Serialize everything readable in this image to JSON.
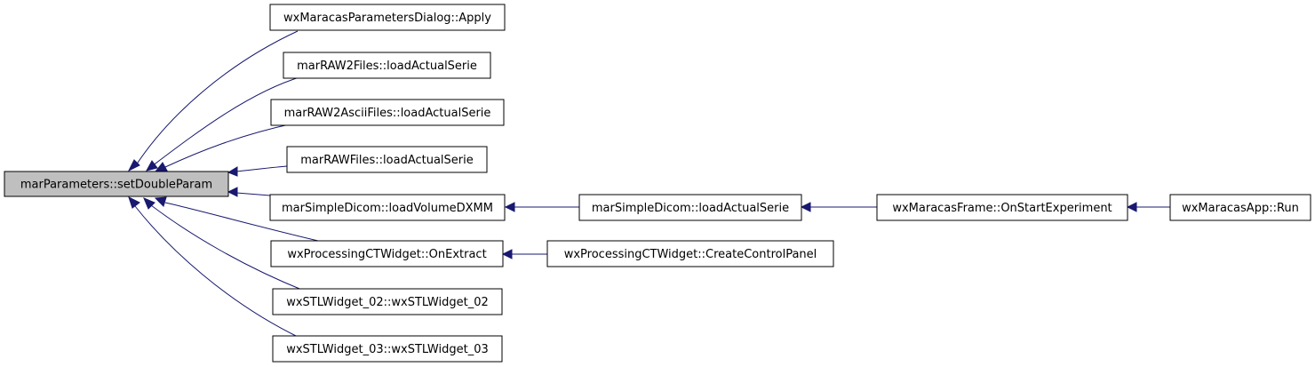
{
  "graph": {
    "edge_color": "#191970",
    "root_fill": "#bfbfbf",
    "nodes": {
      "root": "marParameters::setDoubleParam",
      "params_apply": "wxMaracasParametersDialog::Apply",
      "raw2files_load": "marRAW2Files::loadActualSerie",
      "raw2ascii_load": "marRAW2AsciiFiles::loadActualSerie",
      "rawfiles_load": "marRAWFiles::loadActualSerie",
      "simpledicom_volume": "marSimpleDicom::loadVolumeDXMM",
      "ct_extract": "wxProcessingCTWidget::OnExtract",
      "stl02_ctor": "wxSTLWidget_02::wxSTLWidget_02",
      "stl03_ctor": "wxSTLWidget_03::wxSTLWidget_03",
      "simpledicom_load": "marSimpleDicom::loadActualSerie",
      "ct_control_panel": "wxProcessingCTWidget::CreateControlPanel",
      "frame_start": "wxMaracasFrame::OnStartExperiment",
      "app_run": "wxMaracasApp::Run"
    }
  }
}
